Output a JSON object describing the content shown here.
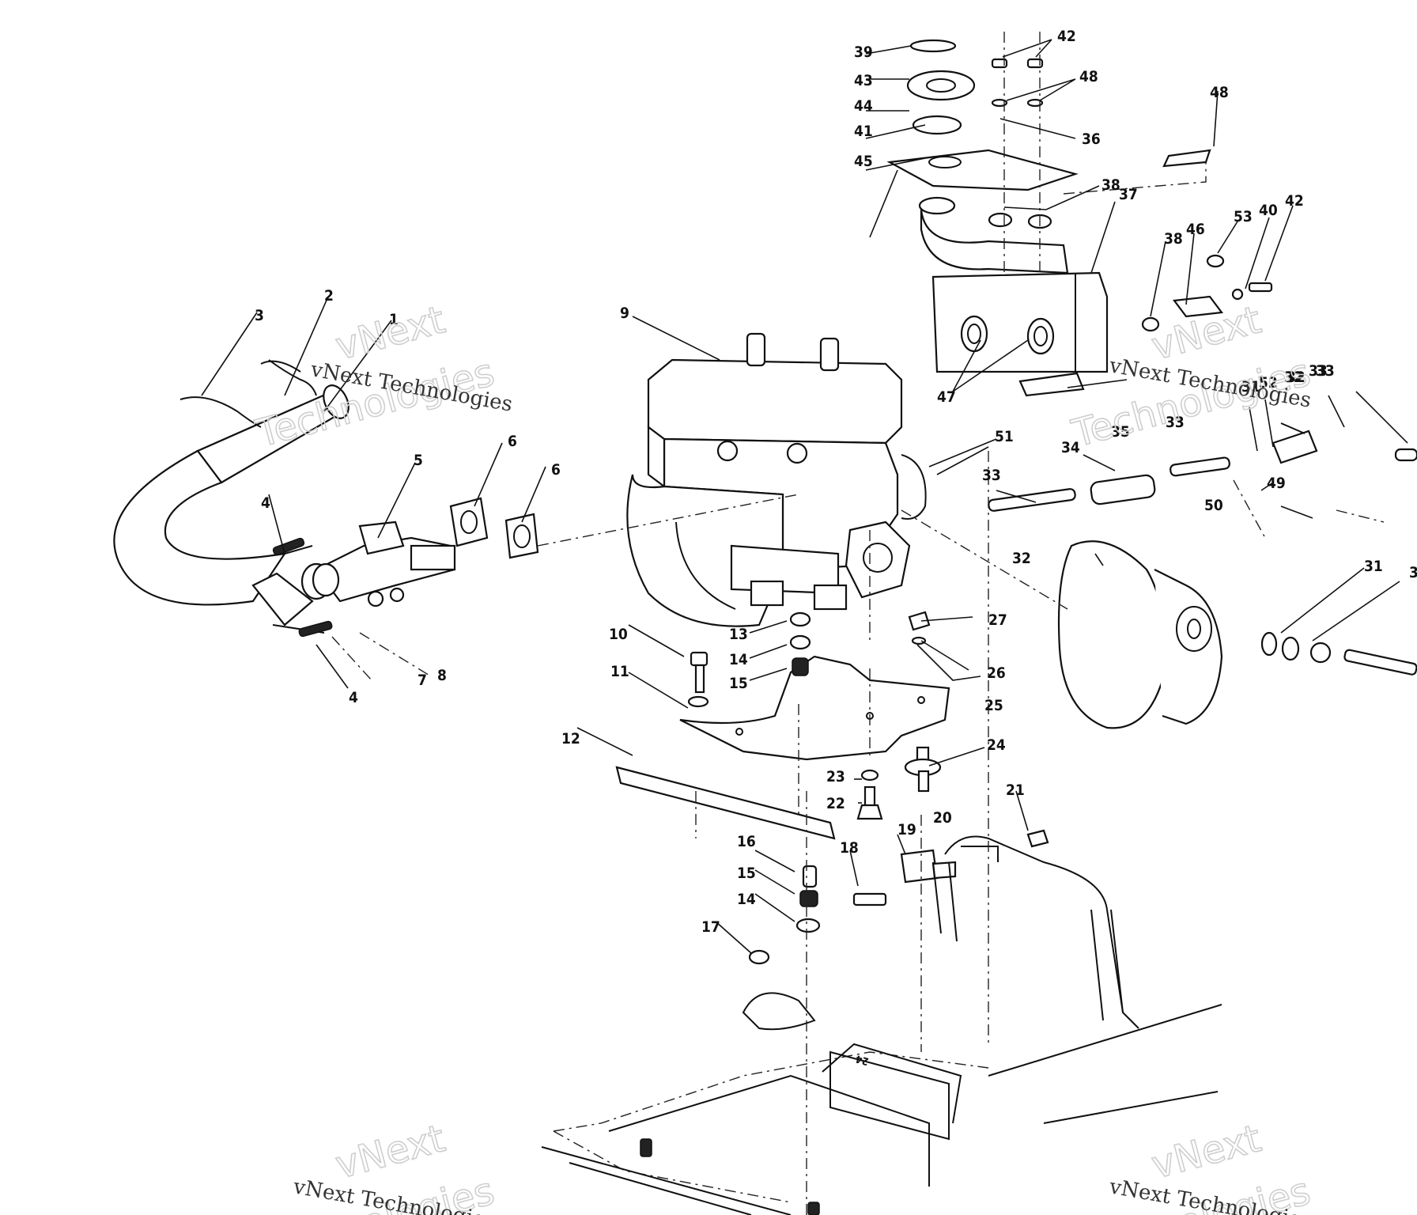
{
  "callouts": [
    "1",
    "2",
    "3",
    "4",
    "4",
    "5",
    "6",
    "6",
    "7",
    "8",
    "9",
    "10",
    "11",
    "12",
    "13",
    "14",
    "15",
    "16",
    "15",
    "14",
    "17",
    "18",
    "19",
    "20",
    "21",
    "22",
    "23",
    "24",
    "25",
    "26",
    "27",
    "31",
    "32",
    "32",
    "33",
    "33",
    "33",
    "34",
    "35",
    "36",
    "37",
    "38",
    "38",
    "39",
    "40",
    "41",
    "42",
    "42",
    "43",
    "44",
    "45",
    "46",
    "47",
    "48",
    "48",
    "49",
    "50",
    "51",
    "52",
    "53",
    "31",
    "32",
    "33",
    "3"
  ],
  "watermark": {
    "line1": "vNext",
    "line2": "Technologies",
    "small": "vNext Technologies"
  },
  "box_label": "24"
}
